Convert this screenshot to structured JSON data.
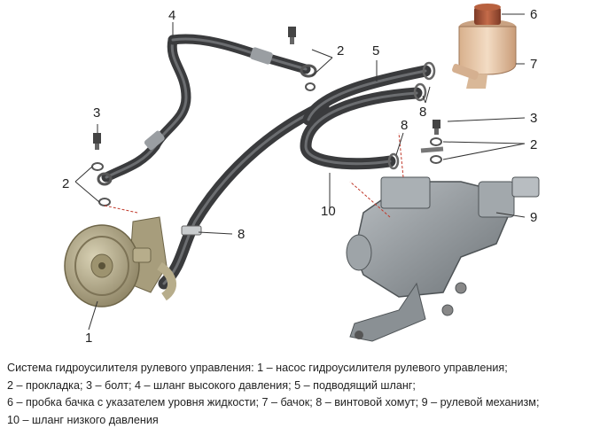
{
  "callouts": {
    "n1": "1",
    "n2a": "2",
    "n2b": "2",
    "n2c": "2",
    "n3a": "3",
    "n3b": "3",
    "n4": "4",
    "n5": "5",
    "n6": "6",
    "n7": "7",
    "n8a": "8",
    "n8b": "8",
    "n8c": "8",
    "n9": "9",
    "n10": "10"
  },
  "caption": {
    "line1": "Система гидроусилителя рулевого управления: 1 – насос гидроусилителя рулевого управления;",
    "line2": "2 – прокладка; 3 – болт; 4 – шланг высокого давления; 5 – подводящий шланг;",
    "line3": "6 – пробка бачка с указателем уровня жидкости; 7 – бачок; 8 – винтовой хомут; 9 – рулевой механизм;",
    "line4": "10 – шланг низкого давления"
  },
  "colors": {
    "hose": "#3a3b3d",
    "hose_highlight": "#6b6d70",
    "pump": "#b7ad8b",
    "gear_body": "#8f9599",
    "reservoir": "#e8c8a8",
    "cap": "#a8573a",
    "leader_dashed": "#c0392b"
  }
}
